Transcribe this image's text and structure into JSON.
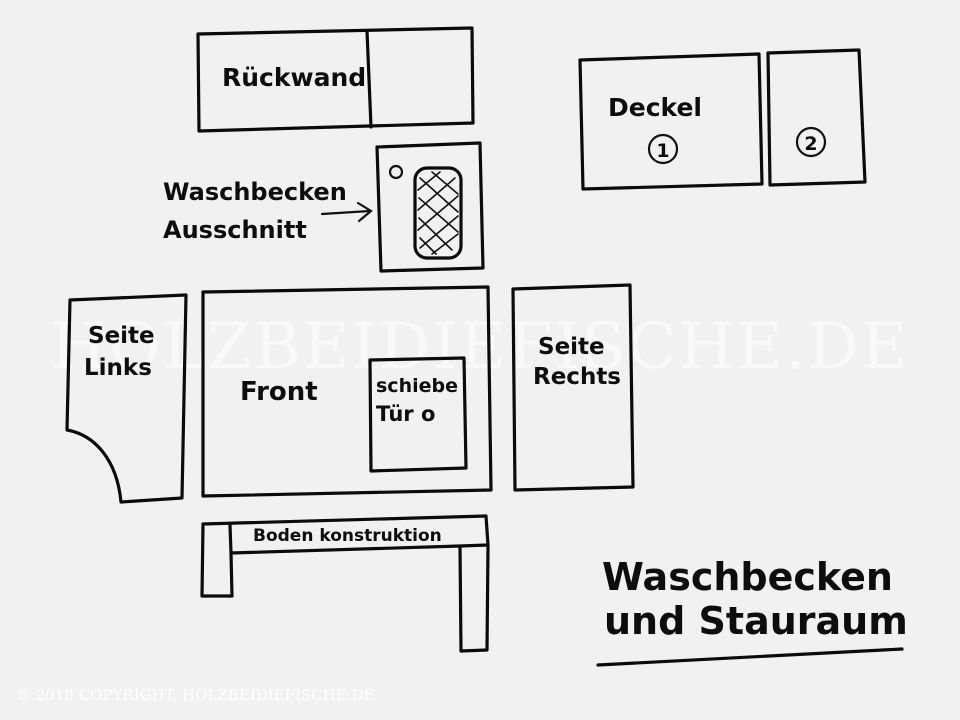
{
  "labels": {
    "rueckwand": "Rückwand",
    "deckel": "Deckel",
    "deckel_part_1": "1",
    "deckel_part_2": "2",
    "waschbecken_ausschnitt_line1": "Waschbecken",
    "waschbecken_ausschnitt_line2": "Ausschnitt",
    "seite_links_line1": "Seite",
    "seite_links_line2": "Links",
    "front": "Front",
    "schiebe_tuer_line1": "schiebe",
    "schiebe_tuer_line2": "Tür o",
    "seite_rechts_line1": "Seite",
    "seite_rechts_line2": "Rechts",
    "boden_konstruktion": "Boden konstruktion"
  },
  "title": {
    "line1": "Waschbecken",
    "line2": "und Stauraum"
  },
  "watermark": "HOLZBEIDIEFISCHE.DE",
  "copyright": "© 2018 COPYRIGHT, HOLZBEIDIEFISCHE.DE",
  "colors": {
    "paper": "#f1f1f1",
    "ink": "#0b0b0b",
    "watermark": "#ffffff"
  }
}
